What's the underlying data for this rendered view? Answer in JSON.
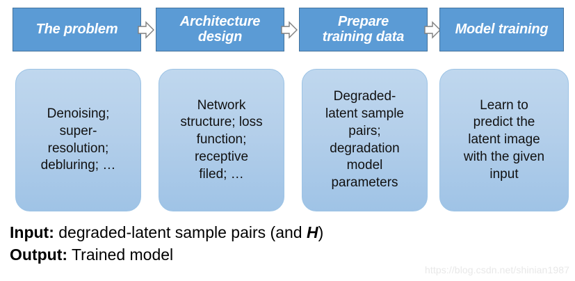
{
  "diagram": {
    "type": "horizontal-flow",
    "stages": [
      {
        "id": "problem",
        "header": "The problem",
        "body": "Denoising;\nsuper-\nresolution;\ndebluring; …"
      },
      {
        "id": "architecture",
        "header": "Architecture\ndesign",
        "body": "Network\nstructure; loss\nfunction;\nreceptive\nfiled; …"
      },
      {
        "id": "training-data",
        "header": "Prepare\ntraining data",
        "body": "Degraded-\nlatent sample\npairs;\ndegradation\nmodel\nparameters"
      },
      {
        "id": "model-training",
        "header": "Model training",
        "body": "Learn to\npredict the\nlatent image\nwith the given\ninput"
      }
    ],
    "connectors": [
      {
        "icon": "arrow-right-icon"
      },
      {
        "icon": "arrow-right-icon"
      },
      {
        "icon": "arrow-right-icon"
      }
    ],
    "colors": {
      "header_fill": "#5B9BD5",
      "header_border": "#41719C",
      "header_text": "#FFFFFF",
      "body_fill_top": "#BFD7EE",
      "body_fill_bottom": "#9FC3E6",
      "body_border": "#9CC3E5",
      "body_text": "#111111",
      "arrow_fill": "#FFFFFF",
      "arrow_border": "#7F7F7F"
    }
  },
  "caption": {
    "input": {
      "label": "Input:",
      "text_before": " degraded-latent sample pairs (and ",
      "variable": "H",
      "text_after": ")"
    },
    "output": {
      "label": "Output:",
      "text": " Trained model"
    }
  },
  "watermark": {
    "text": "https://blog.csdn.net/shinian1987"
  }
}
